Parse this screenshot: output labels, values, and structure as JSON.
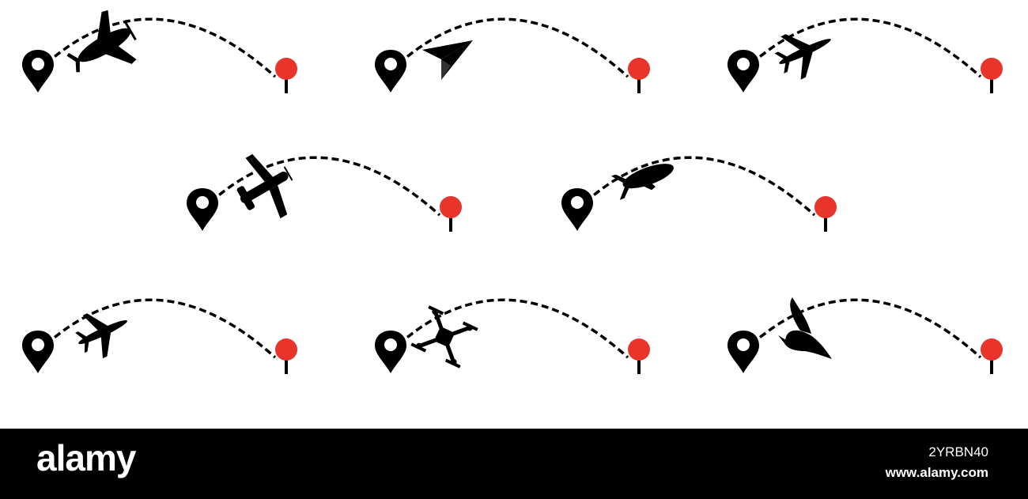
{
  "footer": {
    "brand": "alamy",
    "image_id": "2YRBN40",
    "site_url": "www.alamy.com"
  },
  "colors": {
    "path": "#000000",
    "destination_pin": "#e8342a",
    "origin_pin": "#000000",
    "background": "#ffffff",
    "footer_bg": "#000000"
  },
  "routes": [
    {
      "name": "route-spitfire",
      "vehicle_icon": "propeller-fighter-plane-icon"
    },
    {
      "name": "route-paper-plane",
      "vehicle_icon": "paper-plane-icon"
    },
    {
      "name": "route-jet-airliner",
      "vehicle_icon": "jet-airliner-icon"
    },
    {
      "name": "route-light-aircraft",
      "vehicle_icon": "light-aircraft-icon"
    },
    {
      "name": "route-airship",
      "vehicle_icon": "airship-blimp-icon"
    },
    {
      "name": "route-airliner",
      "vehicle_icon": "airliner-icon"
    },
    {
      "name": "route-drone",
      "vehicle_icon": "quadcopter-drone-icon"
    },
    {
      "name": "route-bird",
      "vehicle_icon": "flying-bird-icon"
    }
  ]
}
